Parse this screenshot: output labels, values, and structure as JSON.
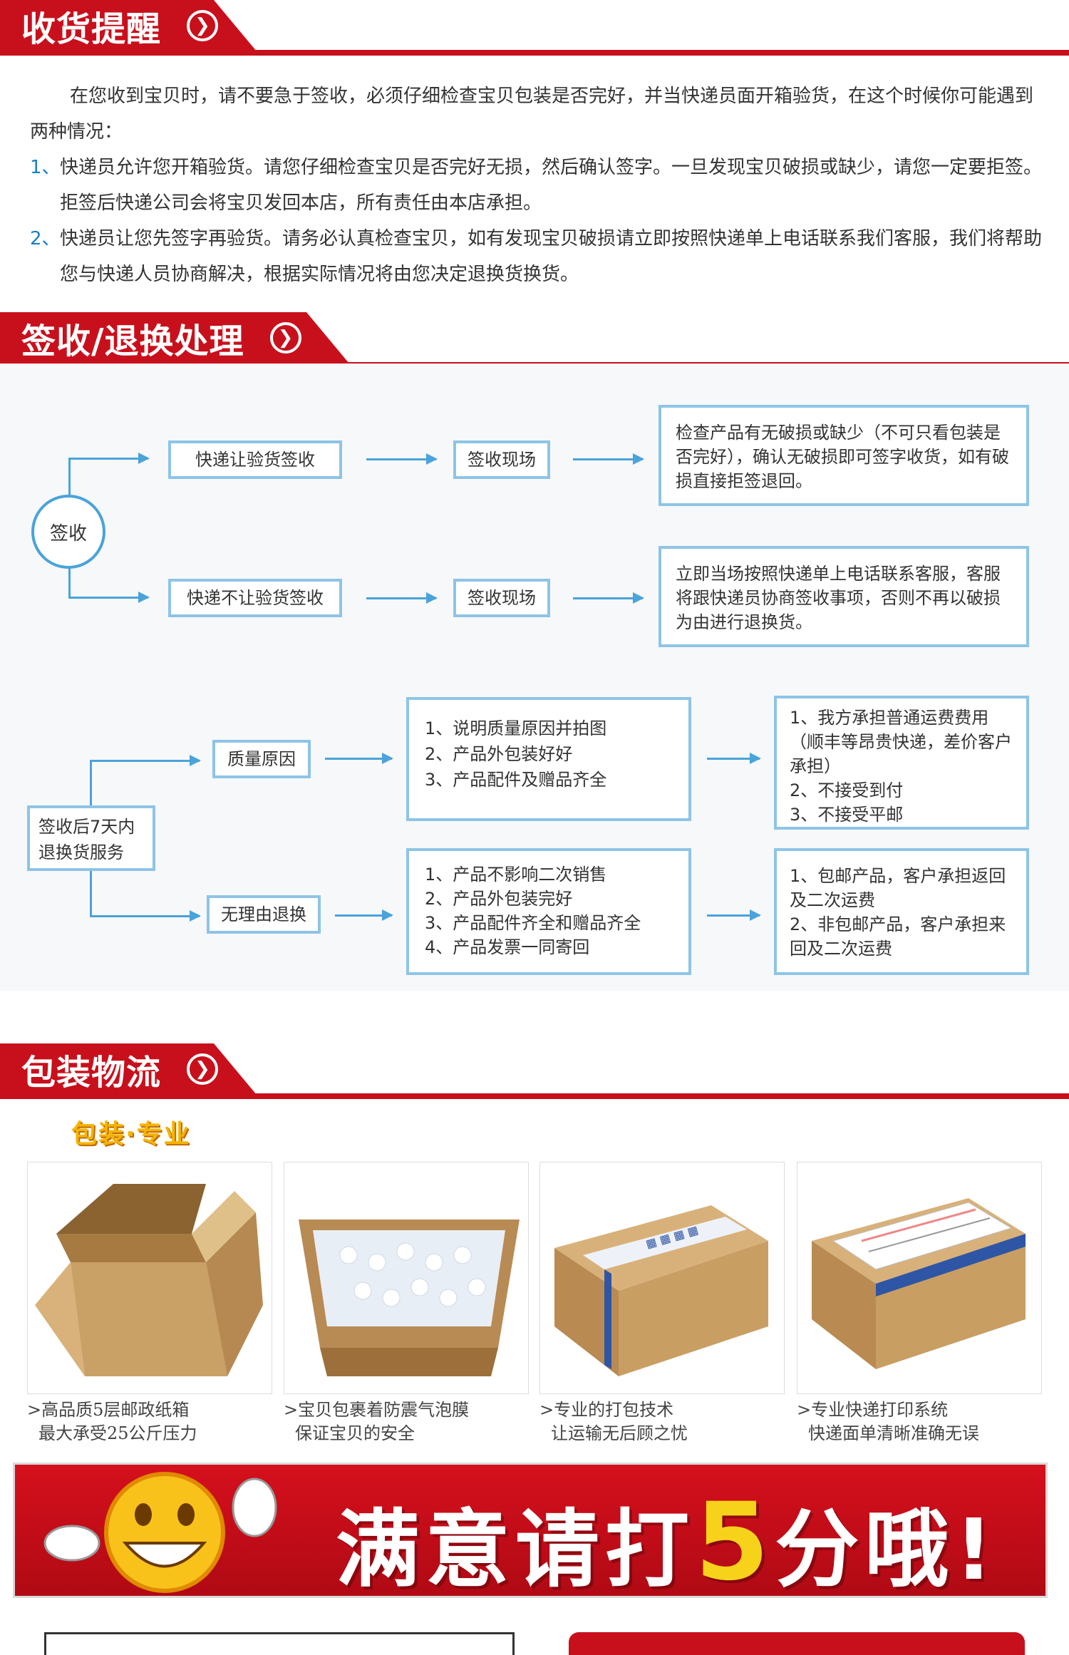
{
  "section1": {
    "title": "收货提醒",
    "intro": "在您收到宝贝时，请不要急于签收，必须仔细检查宝贝包装是否完好，并当快递员面开箱验货，在这个时候你可能遇到两种情况：",
    "items": [
      {
        "num": "1、",
        "text": "快递员允许您开箱验货。请您仔细检查宝贝是否完好无损，然后确认签字。一旦发现宝贝破损或缺少，请您一定要拒签。拒签后快递公司会将宝贝发回本店，所有责任由本店承担。"
      },
      {
        "num": "2、",
        "text": "快递员让您先签字再验货。请务必认真检查宝贝，如有发现宝贝破损请立即按照快递单上电话联系我们客服，我们将帮助您与快递人员协商解决，根据实际情况将由您决定退换货换货。"
      }
    ]
  },
  "section2": {
    "title": "签收/退换处理",
    "sign": {
      "root": "签收",
      "branch1": {
        "label": "快递让验货签收",
        "step": "签收现场",
        "result": "检查产品有无破损或缺少（不可只看包装是否完好），确认无破损即可签字收货，如有破损直接拒签退回。"
      },
      "branch2": {
        "label": "快递不让验货签收",
        "step": "签收现场",
        "result": "立即当场按照快递单上电话联系客服，客服将跟快递员协商签收事项，否则不再以破损为由进行退换货。"
      }
    },
    "returns": {
      "root": "签收后7天内退换货服务",
      "branch1": {
        "label": "质量原因",
        "conditions": [
          "1、说明质量原因并拍图",
          "2、产品外包装好好",
          "3、产品配件及赠品齐全"
        ],
        "outcomes": [
          "1、我方承担普通运费费用（顺丰等昂贵快递，差价客户承担）",
          "2、不接受到付",
          "3、不接受平邮"
        ]
      },
      "branch2": {
        "label": "无理由退换",
        "conditions": [
          "1、产品不影响二次销售",
          "2、产品外包装完好",
          "3、产品配件齐全和赠品齐全",
          "4、产品发票一同寄回"
        ],
        "outcomes": [
          "1、包邮产品，客户承担返回及二次运费",
          "2、非包邮产品，客户承担来回及二次运费"
        ]
      }
    }
  },
  "section3": {
    "title": "包装物流",
    "subtitle": "包装·专业",
    "photos": [
      {
        "line1": ">高品质5层邮政纸箱",
        "line2": "最大承受25公斤压力"
      },
      {
        "line1": ">宝贝包裹着防震气泡膜",
        "line2": "保证宝贝的安全"
      },
      {
        "line1": ">专业的打包技术",
        "line2": "让运输无后顾之忧"
      },
      {
        "line1": ">专业快递打印系统",
        "line2": "快递面单清晰准确无误"
      }
    ]
  },
  "banner": {
    "part1": "满意请打",
    "five": "5",
    "part2": "分哦!"
  },
  "colors": {
    "red": "#c8101c",
    "blue": "#4aa3da",
    "gold": "#f5b400"
  }
}
